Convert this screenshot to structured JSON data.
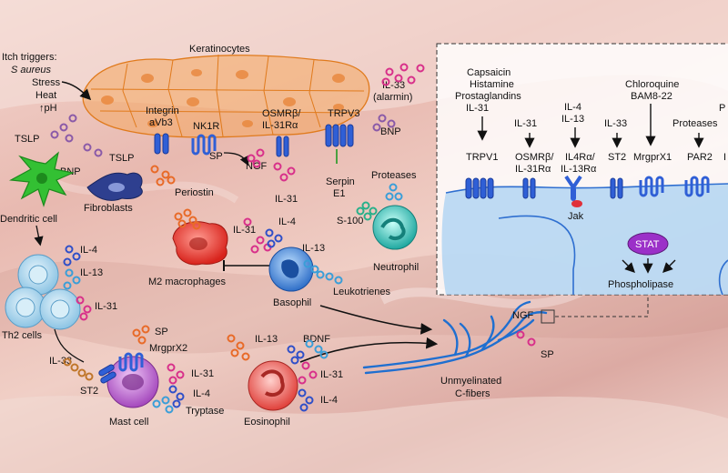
{
  "labels": {
    "itch_title": "Itch triggers:",
    "s_aureus": "S aureus",
    "stress": "Stress",
    "heat": "Heat",
    "ph": "↑pH",
    "keratinocytes": "Keratinocytes",
    "integrin_1": "Integrin",
    "integrin_2": "aVb3",
    "nk1r": "NK1R",
    "osmr_1": "OSMRβ/",
    "osmr_2": "IL-31Rα",
    "trpv3": "TRPV3",
    "il33_alarmin_1": "IL-33",
    "il33_alarmin_2": "(alarmin)",
    "bnp_right": "BNP",
    "tslp_left": "TSLP",
    "bnp_left": "BNP",
    "tslp_fib": "TSLP",
    "sp_top": "SP",
    "ngf_top": "NGF",
    "il31_ker": "IL-31",
    "serpin_1": "Serpin",
    "serpin_2": "E1",
    "dendritic": "Dendritic cell",
    "fibroblasts": "Fibroblasts",
    "periostin": "Periostin",
    "proteases_top": "Proteases",
    "s100": "S-100",
    "neutrophil": "Neutrophil",
    "il31_macro": "IL-31",
    "il4_baso": "IL-4",
    "il13_baso": "IL-13",
    "m2": "M2 macrophages",
    "basophil": "Basophil",
    "leukotrienes": "Leukotrienes",
    "il4_th2": "IL-4",
    "il13_th2": "IL-13",
    "il31_th2": "IL-31",
    "th2": "Th2 cells",
    "il33_mast": "IL-33",
    "st2_mast": "ST2",
    "sp_mast": "SP",
    "mrgprx2": "MrgprX2",
    "il31_mast": "IL-31",
    "il4_mast": "IL-4",
    "tryptase": "Tryptase",
    "mast": "Mast cell",
    "il13_eos": "IL-13",
    "bdnf": "BDNF",
    "il31_eos": "IL-31",
    "il4_eos": "IL-4",
    "eosinophil": "Eosinophil",
    "ngf_fiber": "NGF",
    "sp_fiber": "SP",
    "cfiber_1": "Unmyelinated",
    "cfiber_2": "C-fibers"
  },
  "inset": {
    "capsaicin": "Capsaicin",
    "histamine": "Histamine",
    "prostaglandins": "Prostaglandins",
    "il31_a": "IL-31",
    "il31_b": "IL-31",
    "il4": "IL-4",
    "il13": "IL-13",
    "il33": "IL-33",
    "chloroquine": "Chloroquine",
    "bam": "BAM8-22",
    "proteases": "Proteases",
    "trpv1": "TRPV1",
    "osmr_1": "OSMRβ/",
    "osmr_2": "IL-31Rα",
    "il4r_1": "IL4Rα/",
    "il4r_2": "IL-13Rα",
    "st2": "ST2",
    "mrgprx1": "MrgprX1",
    "par2": "PAR2",
    "jak": "Jak",
    "stat": "STAT",
    "phospholipase": "Phospholipase",
    "cut_p": "P",
    "cut_i": "I"
  },
  "colors": {
    "keratinocyte": "#f4a860",
    "receptor": "#2f5fd6",
    "dendritic": "#33c033",
    "fibroblast": "#2e3f8f",
    "macrophage": "#e0302a",
    "basophil": "#3a82d6",
    "neutrophil": "#2cc0b8",
    "th2": "#a8d4ec",
    "mast": "#b85cc8",
    "eosinophil": "#e0403a",
    "nerve": "#1f6fd0",
    "stat": "#9b30c8"
  }
}
